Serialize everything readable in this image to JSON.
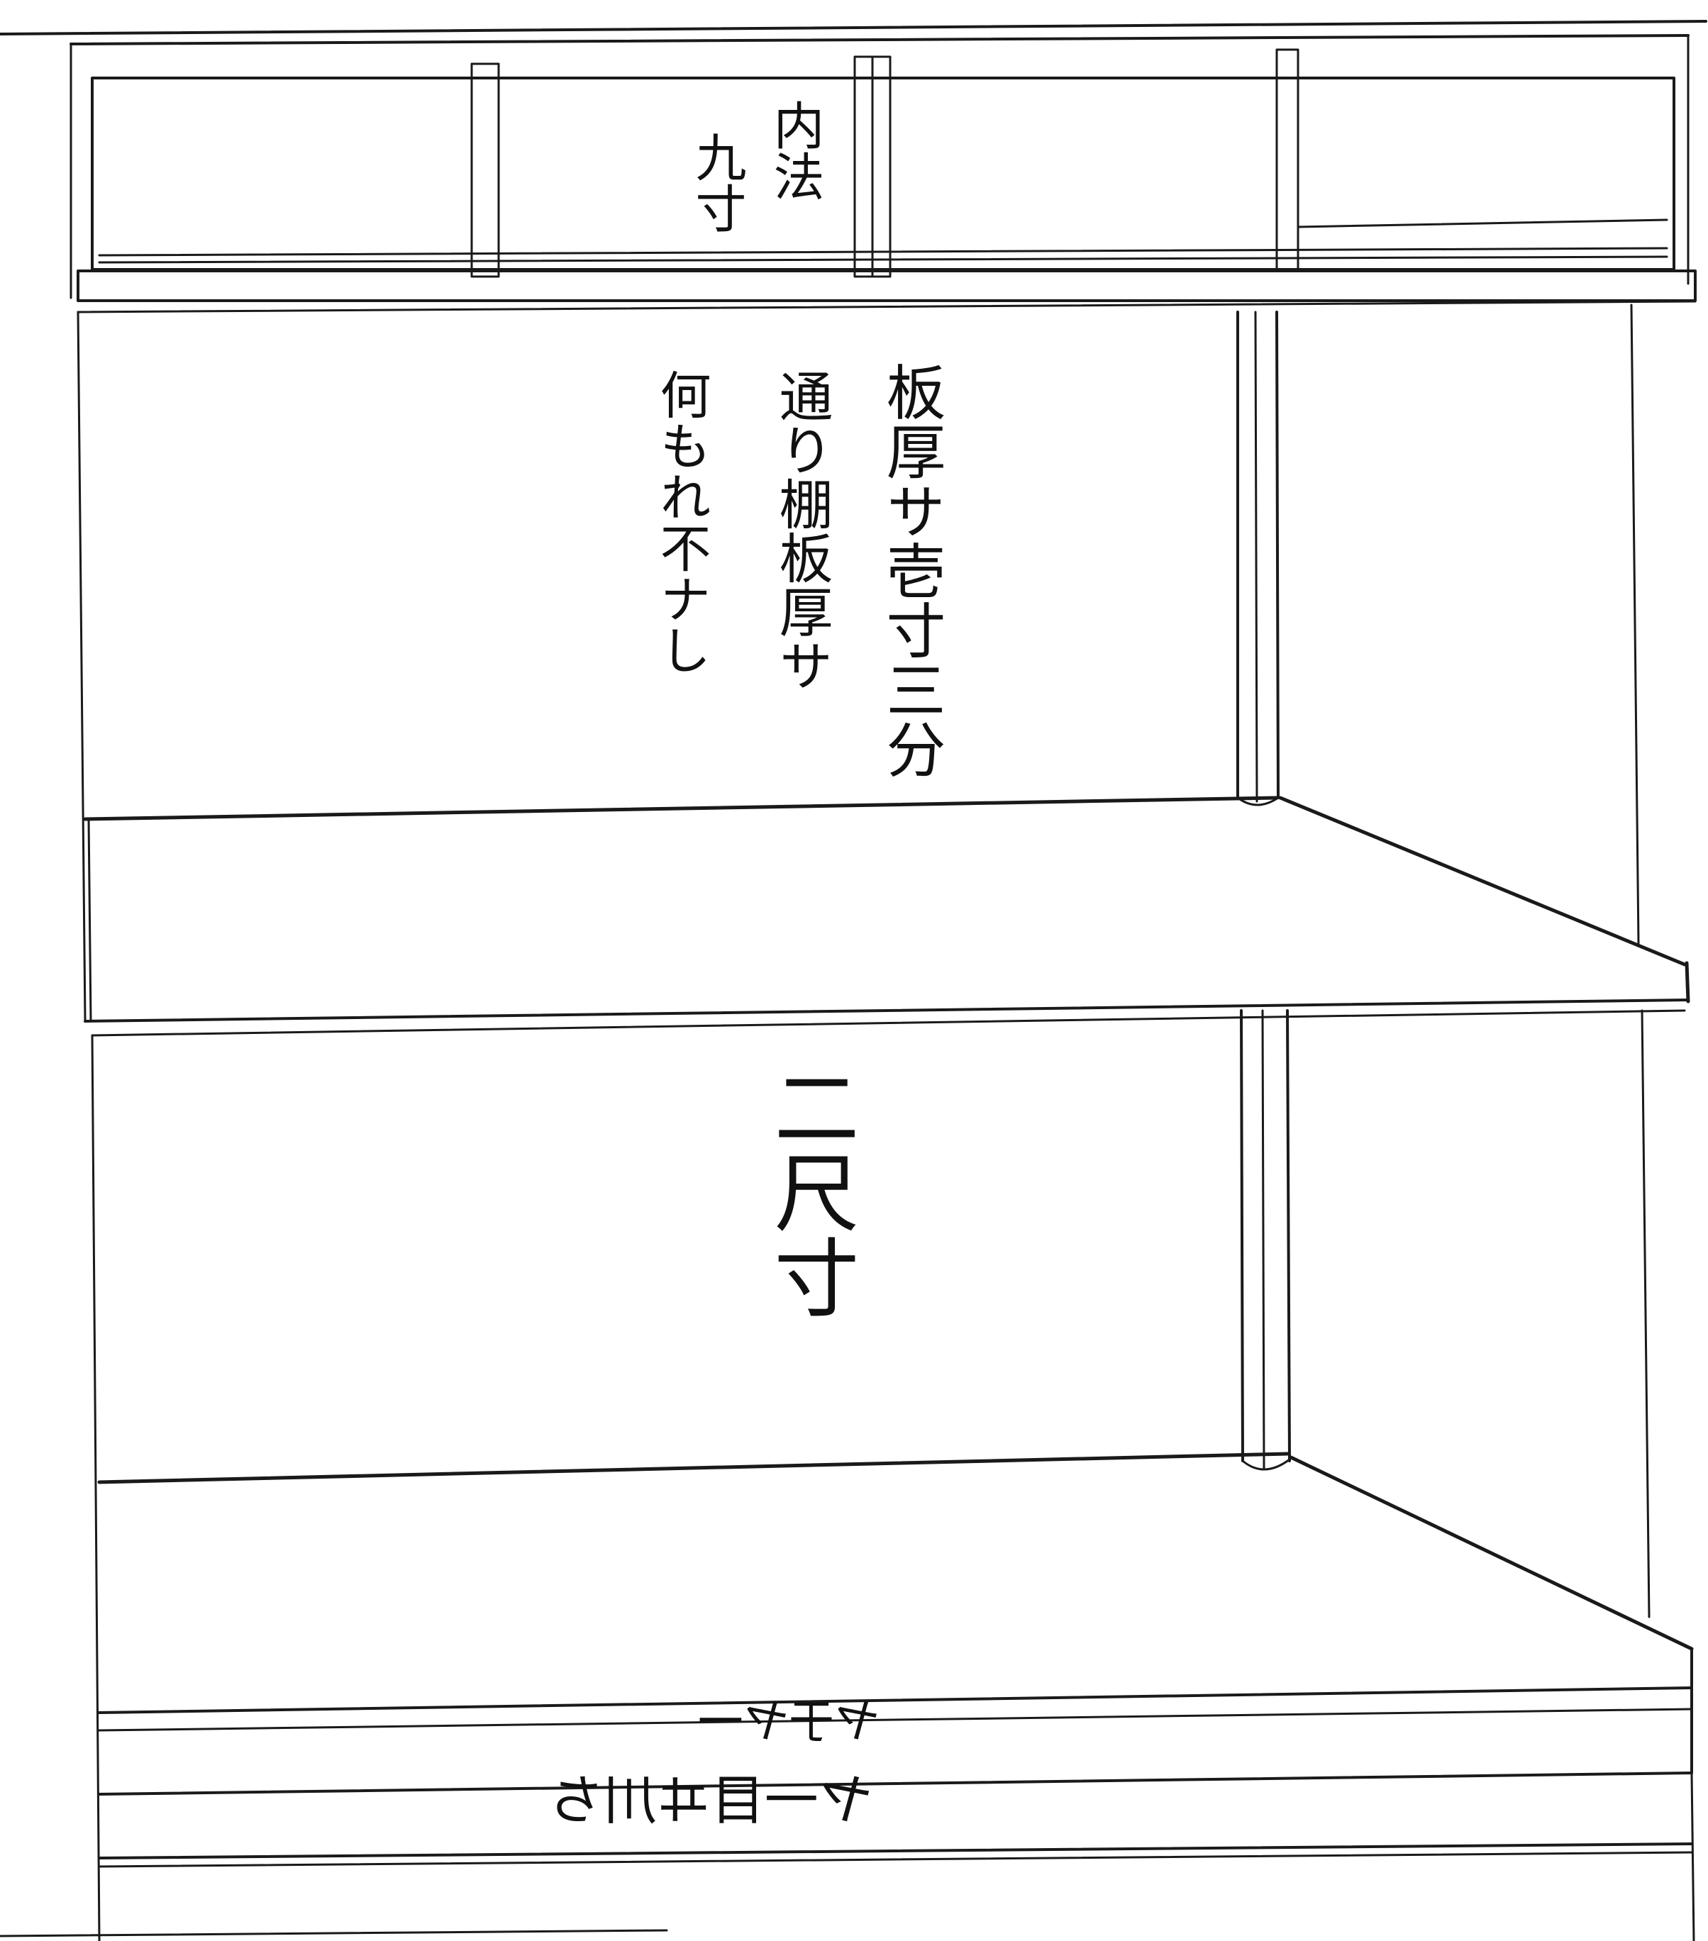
{
  "labels": {
    "transom_note_col1": "内法",
    "transom_note_col2": "九寸",
    "shelf_note_col1": "板厚サ壱寸三分",
    "shelf_note_col2": "通り棚板厚サ",
    "shelf_note_col3": "何もれ不ナし",
    "lower_dimension": "二尺寸",
    "mirrored_line1": "ヤ于ヤ一",
    "mirrored_line2": "ヤ一目ヰ川ち"
  },
  "colors": {
    "ink": "#1a1a1a",
    "paper": "#ffffff"
  }
}
